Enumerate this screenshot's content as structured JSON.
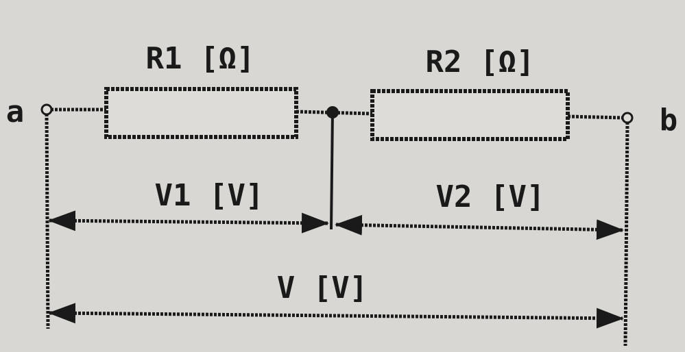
{
  "resistors": [
    {
      "label": "R1 [Ω]"
    },
    {
      "label": "R2 [Ω]"
    }
  ],
  "voltages": [
    {
      "label": "V1 [V]"
    },
    {
      "label": "V2 [V]"
    },
    {
      "label": "V [V]"
    }
  ],
  "terminals": {
    "a": "a",
    "b": "b"
  },
  "colors": {
    "ink": "#1a1a1a",
    "paper": "#d9d7d4"
  }
}
